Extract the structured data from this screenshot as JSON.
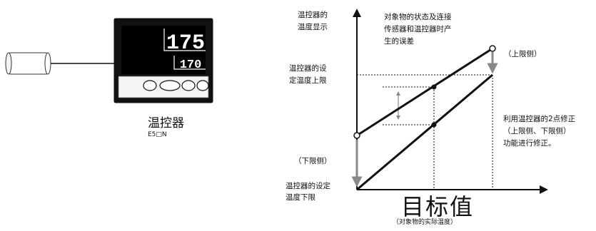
{
  "device": {
    "display_pv": "175",
    "display_sv": "170",
    "name": "温控器",
    "model": "E5□N"
  },
  "diagram": {
    "y_axis_label_line1": "温控器的",
    "y_axis_label_line2": "温度显示",
    "note_line1": "对象物的状态及连接",
    "note_line2": "传感器和温控器时产",
    "note_line3": "生的误差",
    "upper_side": "（上限侧）",
    "upper_limit_line1": "温控器的设",
    "upper_limit_line2": "定温度上限",
    "lower_side": "（下限侧）",
    "lower_limit_line1": "温控器的设定",
    "lower_limit_line2": "温度下限",
    "correction_line1": "利用温控器的2点修正",
    "correction_line2": "（上限侧、下限侧）",
    "correction_line3": "功能进行修正。",
    "x_axis_title": "目标值",
    "x_axis_subtitle": "（对象物的实际温度）"
  }
}
